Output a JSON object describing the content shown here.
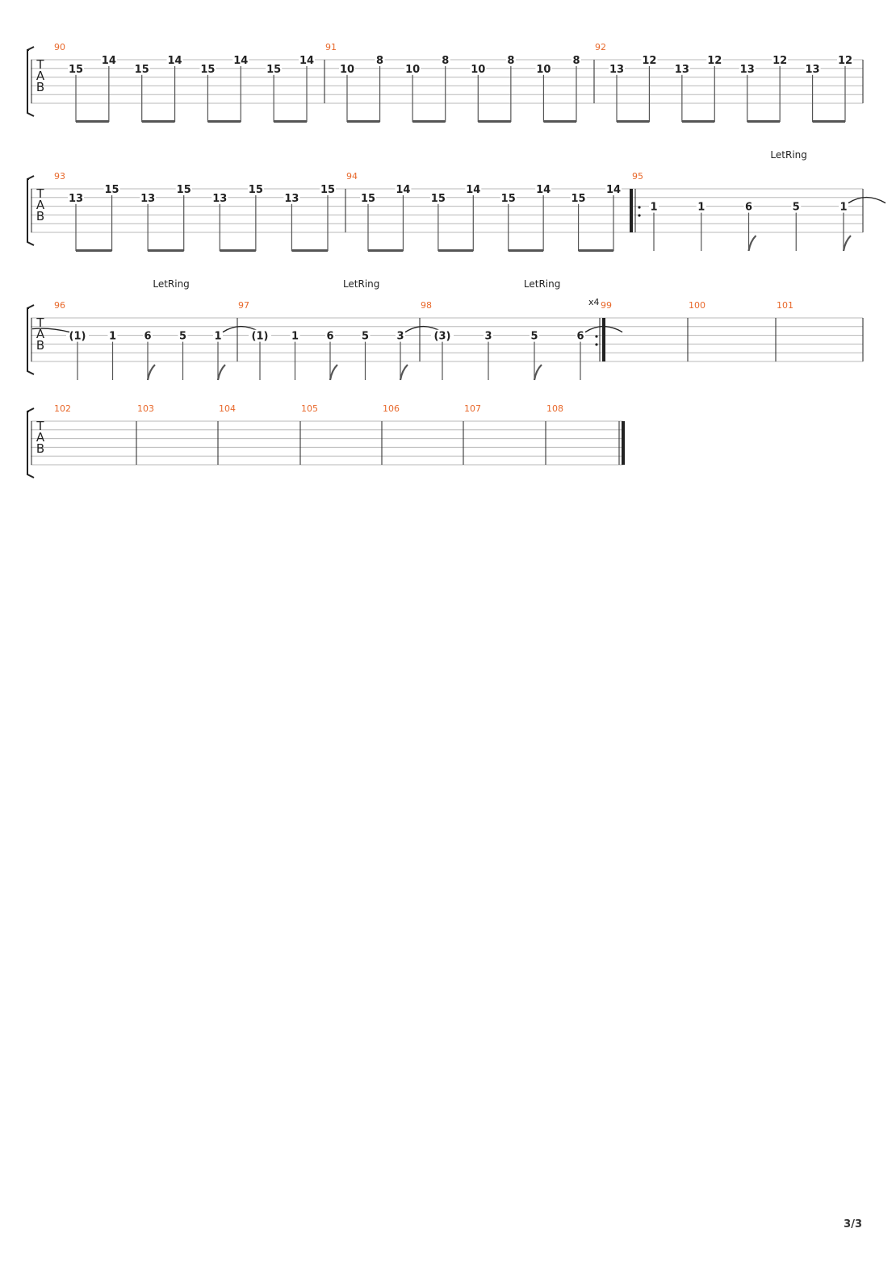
{
  "page_number": "3/3",
  "colors": {
    "measure_number": "#e8692c",
    "ink": "#222222",
    "staff_line": "#b8b8b8",
    "stem": "#555555"
  },
  "clef": [
    "T",
    "A",
    "B"
  ],
  "systems": [
    {
      "measures": [
        {
          "number": "90",
          "notes": [
            {
              "fret": "15",
              "string": 2
            },
            {
              "fret": "14",
              "string": 1
            },
            {
              "fret": "15",
              "string": 2
            },
            {
              "fret": "14",
              "string": 1
            },
            {
              "fret": "15",
              "string": 2
            },
            {
              "fret": "14",
              "string": 1
            },
            {
              "fret": "15",
              "string": 2
            },
            {
              "fret": "14",
              "string": 1
            }
          ]
        },
        {
          "number": "91",
          "notes": [
            {
              "fret": "10",
              "string": 2
            },
            {
              "fret": "8",
              "string": 1
            },
            {
              "fret": "10",
              "string": 2
            },
            {
              "fret": "8",
              "string": 1
            },
            {
              "fret": "10",
              "string": 2
            },
            {
              "fret": "8",
              "string": 1
            },
            {
              "fret": "10",
              "string": 2
            },
            {
              "fret": "8",
              "string": 1
            }
          ]
        },
        {
          "number": "92",
          "notes": [
            {
              "fret": "13",
              "string": 2
            },
            {
              "fret": "12",
              "string": 1
            },
            {
              "fret": "13",
              "string": 2
            },
            {
              "fret": "12",
              "string": 1
            },
            {
              "fret": "13",
              "string": 2
            },
            {
              "fret": "12",
              "string": 1
            },
            {
              "fret": "13",
              "string": 2
            },
            {
              "fret": "12",
              "string": 1
            }
          ]
        }
      ]
    },
    {
      "measures": [
        {
          "number": "93",
          "notes": [
            {
              "fret": "13",
              "string": 2
            },
            {
              "fret": "15",
              "string": 1
            },
            {
              "fret": "13",
              "string": 2
            },
            {
              "fret": "15",
              "string": 1
            },
            {
              "fret": "13",
              "string": 2
            },
            {
              "fret": "15",
              "string": 1
            },
            {
              "fret": "13",
              "string": 2
            },
            {
              "fret": "15",
              "string": 1
            }
          ]
        },
        {
          "number": "94",
          "notes": [
            {
              "fret": "15",
              "string": 2
            },
            {
              "fret": "14",
              "string": 1
            },
            {
              "fret": "15",
              "string": 2
            },
            {
              "fret": "14",
              "string": 1
            },
            {
              "fret": "15",
              "string": 2
            },
            {
              "fret": "14",
              "string": 1
            },
            {
              "fret": "15",
              "string": 2
            },
            {
              "fret": "14",
              "string": 1
            }
          ]
        },
        {
          "number": "95",
          "repeat_start": true,
          "let_ring": "LetRing",
          "notes": [
            {
              "fret": "1",
              "string": 3
            },
            {
              "fret": "1",
              "string": 3
            },
            {
              "fret": "6",
              "string": 3
            },
            {
              "fret": "5",
              "string": 3
            },
            {
              "fret": "1",
              "string": 3
            }
          ]
        }
      ]
    },
    {
      "measures": [
        {
          "number": "96",
          "let_ring": "LetRing",
          "notes": [
            {
              "fret": "(1)",
              "string": 3
            },
            {
              "fret": "1",
              "string": 3
            },
            {
              "fret": "6",
              "string": 3
            },
            {
              "fret": "5",
              "string": 3
            },
            {
              "fret": "1",
              "string": 3
            }
          ]
        },
        {
          "number": "97",
          "let_ring": "LetRing",
          "notes": [
            {
              "fret": "(1)",
              "string": 3
            },
            {
              "fret": "1",
              "string": 3
            },
            {
              "fret": "6",
              "string": 3
            },
            {
              "fret": "5",
              "string": 3
            },
            {
              "fret": "3",
              "string": 3
            }
          ]
        },
        {
          "number": "98",
          "let_ring": "LetRing",
          "repeat_end": true,
          "repeat_count": "x4",
          "notes": [
            {
              "fret": "(3)",
              "string": 3
            },
            {
              "fret": "3",
              "string": 3
            },
            {
              "fret": "5",
              "string": 3
            },
            {
              "fret": "6",
              "string": 3
            }
          ]
        },
        {
          "number": "99",
          "notes": []
        },
        {
          "number": "100",
          "notes": []
        },
        {
          "number": "101",
          "notes": []
        }
      ]
    },
    {
      "measures": [
        {
          "number": "102",
          "notes": []
        },
        {
          "number": "103",
          "notes": []
        },
        {
          "number": "104",
          "notes": []
        },
        {
          "number": "105",
          "notes": []
        },
        {
          "number": "106",
          "notes": []
        },
        {
          "number": "107",
          "notes": []
        },
        {
          "number": "108",
          "final_bar": true,
          "notes": []
        }
      ]
    }
  ]
}
